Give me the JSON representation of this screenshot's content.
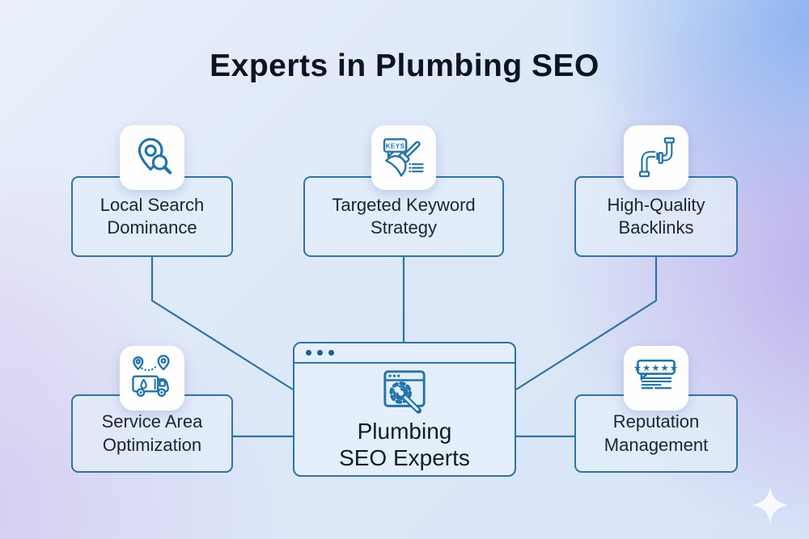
{
  "title": "Experts in Plumbing SEO",
  "center": {
    "line1": "Plumbing",
    "line2": "SEO Experts",
    "icon": "browser-gear-wrench-icon"
  },
  "nodes": [
    {
      "id": "local-search-dominance",
      "line1": "Local Search",
      "line2": "Dominance",
      "icon": "location-pin-search-icon"
    },
    {
      "id": "targeted-keyword-strategy",
      "line1": "Targeted Keyword",
      "line2": "Strategy",
      "icon": "plunger-keywords-icon",
      "badge_text": "KEYS"
    },
    {
      "id": "high-quality-backlinks",
      "line1": "High-Quality",
      "line2": "Backlinks",
      "icon": "linked-pipes-icon"
    },
    {
      "id": "service-area-optimization",
      "line1": "Service Area",
      "line2": "Optimization",
      "icon": "service-van-route-icon"
    },
    {
      "id": "reputation-management",
      "line1": "Reputation",
      "line2": "Management",
      "icon": "five-star-review-icon"
    }
  ],
  "colors": {
    "connector": "#2e74a6",
    "icon_stroke": "#2273a8",
    "node_border": "#2e74a6",
    "node_fill": "#e3edfa",
    "text": "#1b2532",
    "title_text": "#0d1420",
    "card_fill": "#fefefe",
    "background_blue": "#8fb6ee",
    "background_purple": "#bba8eb",
    "background_lavender": "#d5caf0",
    "background_light": "#dde8f8"
  }
}
